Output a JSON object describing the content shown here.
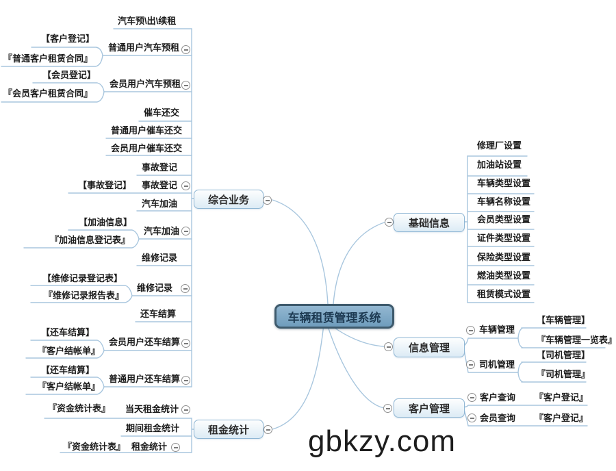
{
  "root": {
    "label": "车辆租赁管理系统"
  },
  "watermark": "gbkzy.com",
  "branches": {
    "zonghe": {
      "label": "综合业务"
    },
    "zujin": {
      "label": "租金统计"
    },
    "jichu": {
      "label": "基础信息"
    },
    "xinxi": {
      "label": "信息管理"
    },
    "kehu": {
      "label": "客户管理"
    }
  },
  "zonghe_children": {
    "yuzu_header": "汽车预\\出\\续租",
    "putong_yuzu": "普通用户汽车预租",
    "putong_yuzu_doc1": "【客户登记】",
    "putong_yuzu_doc2": "『普通客户租赁合同』",
    "huiyuan_yuzu": "会员用户汽车预租",
    "huiyuan_yuzu_doc1": "【会员登记】",
    "huiyuan_yuzu_doc2": "『会员客户租赁合同』",
    "cuiche": "催车还交",
    "putong_cuiche": "普通用户催车还交",
    "huiyuan_cuiche": "会员用户催车还交",
    "shigu_header": "事故登记",
    "shigu": "事故登记",
    "shigu_doc": "【事故登记】",
    "jiayou_header": "汽车加油",
    "jiayou": "汽车加油",
    "jiayou_doc1": "【加油信息】",
    "jiayou_doc2": "『加油信息登记表』",
    "weixiu_header": "维修记录",
    "weixiu": "维修记录",
    "weixiu_doc1": "【维修记录登记表】",
    "weixiu_doc2": "『维修记录报告表』",
    "huanche_header": "还车结算",
    "huiyuan_huanche": "会员用户还车结算",
    "huiyuan_huanche_doc1": "【还车结算】",
    "huiyuan_huanche_doc2": "『客户结帐单』",
    "putong_huanche": "普通用户还车结算",
    "putong_huanche_doc1": "【还车结算】",
    "putong_huanche_doc2": "『客户结帐单』"
  },
  "zujin_children": {
    "dangtian": "当天租金统计",
    "dangtian_doc": "『资金统计表』",
    "qijian": "期间租金统计",
    "zujin_tj": "租金统计",
    "zujin_tj_doc": "『资金统计表』"
  },
  "jichu_children": [
    "修理厂设置",
    "加油站设置",
    "车辆类型设置",
    "车辆名称设置",
    "会员类型设置",
    "证件类型设置",
    "保险类型设置",
    "燃油类型设置",
    "租赁模式设置"
  ],
  "xinxi_children": {
    "cheliang": "车辆管理",
    "cheliang_doc1": "【车辆管理】",
    "cheliang_doc2": "『车辆管理一览表』",
    "siji": "司机管理",
    "siji_doc1": "【司机管理】",
    "siji_doc2": "『司机管理』"
  },
  "kehu_children": {
    "kehu_chaxun": "客户查询",
    "kehu_chaxun_doc": "『客户登记』",
    "huiyuan_chaxun": "会员查询",
    "huiyuan_chaxun_doc": "『客户登记』"
  },
  "colors": {
    "line": "#a8c6de",
    "box_border": "#8fb6d4",
    "root_fill": "#7fa8c4",
    "root_border": "#3e5a6c",
    "root_text": "#1d3a52"
  }
}
